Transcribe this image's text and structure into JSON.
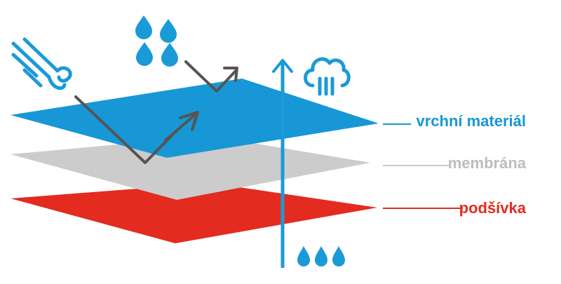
{
  "colors": {
    "outer": "#1797d6",
    "membrane": "#cccccc",
    "lining": "#e32b1f",
    "arrow": "#555555",
    "icon": "#1b9ad8"
  },
  "layers": [
    {
      "key": "outer",
      "label": "vrchní materiál",
      "color": "#1797d6"
    },
    {
      "key": "membrane",
      "label": "membrána",
      "color": "#cccccc"
    },
    {
      "key": "lining",
      "label": "podšívka",
      "color": "#e32b1f"
    }
  ],
  "icons": {
    "wind": "wind-icon",
    "rain": "raindrops-icon",
    "vapor": "vapor-cloud-icon",
    "sweat": "sweat-drops-icon"
  }
}
